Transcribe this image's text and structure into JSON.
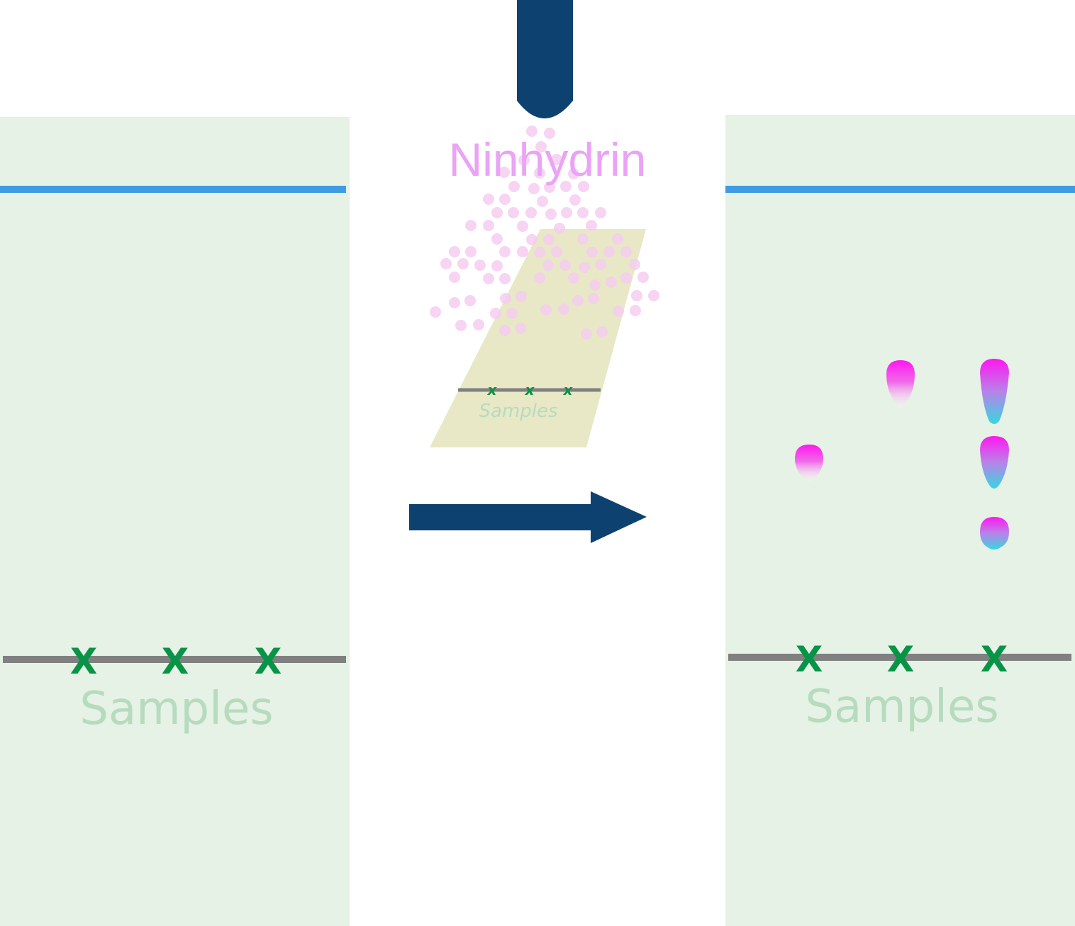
{
  "colors": {
    "plate_background": "#e5f2e5",
    "solvent_front": "#3f9be3",
    "baseline": "#808080",
    "sample_mark": "#079447",
    "label_text": "#b6dbbe",
    "sprayer": "#0d4270",
    "ninhydrin_text": "#eaa3f5",
    "spray_droplets": "#f5cdf0",
    "tilted_plate": "#e8e8c6",
    "spot_top": "#ff17f0",
    "spot_bottom": "#38d6e0"
  },
  "left_plate": {
    "sample_marks": [
      "X",
      "X",
      "X"
    ],
    "label": "Samples"
  },
  "center": {
    "reagent_label": "Ninhydrin",
    "mini_plate": {
      "sample_marks": [
        "x",
        "x",
        "x"
      ],
      "label": "Samples"
    },
    "icons": [
      "sprayer-nozzle-icon",
      "arrow-right-icon"
    ]
  },
  "right_plate": {
    "sample_marks": [
      "X",
      "X",
      "X"
    ],
    "label": "Samples",
    "spot_counts_per_sample": [
      1,
      1,
      3
    ]
  }
}
